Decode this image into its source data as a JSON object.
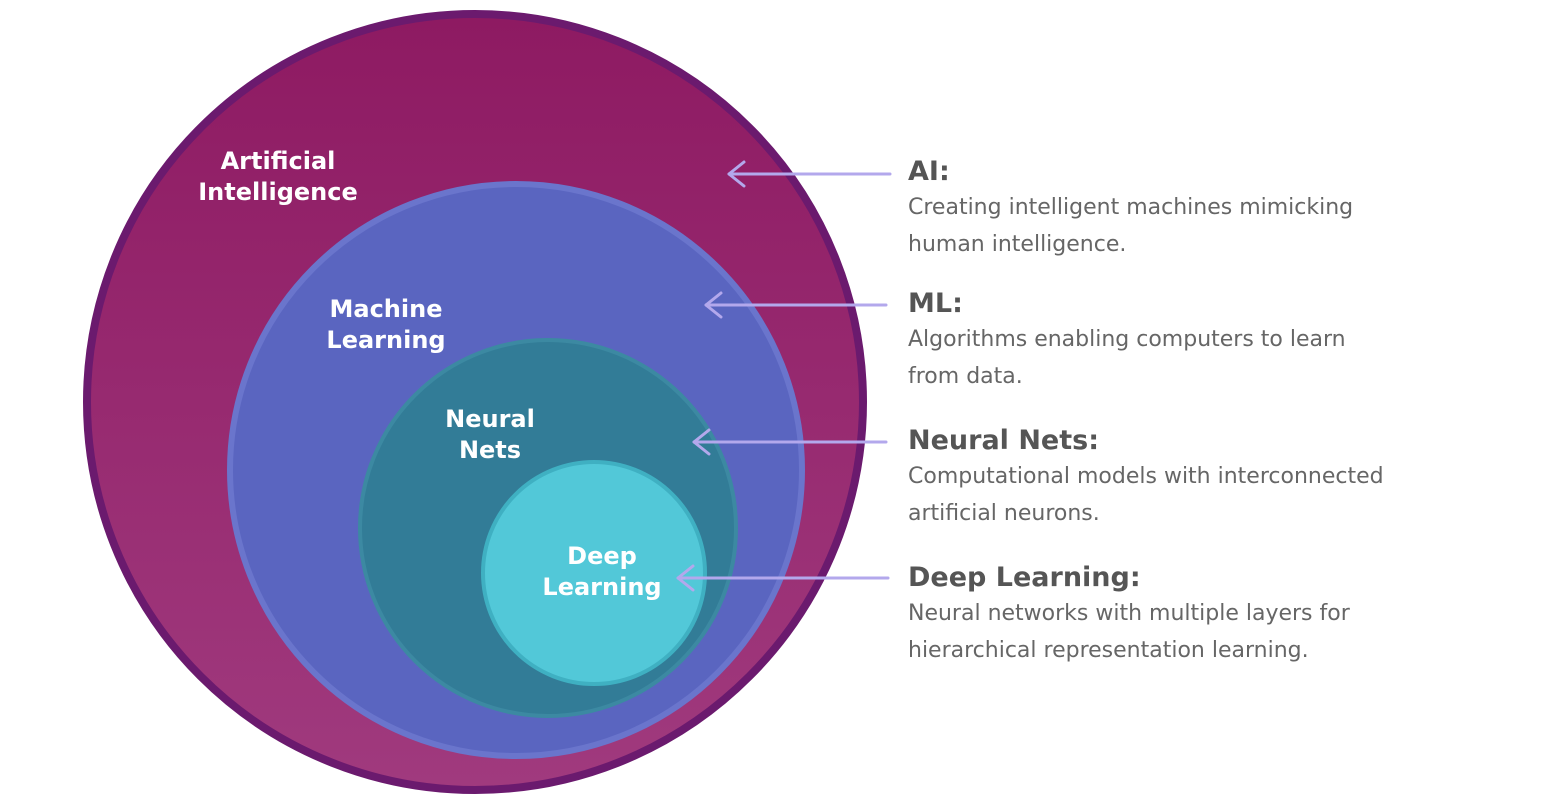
{
  "colors": {
    "ai": "#941d64",
    "ai_border": "#6b1a6e",
    "ml": "#5a65c0",
    "neural_nets": "#327c97",
    "deep_learning": "#52c8d8",
    "arrow": "#b3a8ec",
    "term_text": "#555555",
    "desc_text": "#666666"
  },
  "circles": {
    "ai": {
      "line1": "Artificial",
      "line2": "Intelligence"
    },
    "ml": {
      "line1": "Machine",
      "line2": "Learning"
    },
    "nn": {
      "line1": "Neural",
      "line2": "Nets"
    },
    "dl": {
      "line1": "Deep",
      "line2": "Learning"
    }
  },
  "descriptions": [
    {
      "term": "AI:",
      "line1": "Creating intelligent machines mimicking",
      "line2": "human intelligence."
    },
    {
      "term": "ML:",
      "line1": "Algorithms enabling computers to learn",
      "line2": "from data."
    },
    {
      "term": "Neural Nets:",
      "line1": "Computational models with interconnected",
      "line2": "artificial neurons."
    },
    {
      "term": "Deep Learning:",
      "line1": "Neural networks with multiple layers for",
      "line2": "hierarchical representation learning."
    }
  ]
}
